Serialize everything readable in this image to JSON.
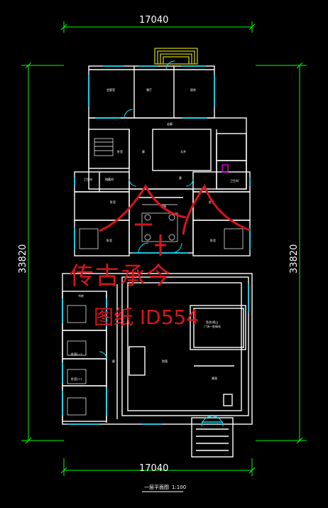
{
  "dimensions": {
    "width_top": "17040",
    "width_bottom": "17040",
    "height_left": "33820",
    "height_right": "33820"
  },
  "rooms": {
    "bedroom_nw": "会客室",
    "dining": "餐厅",
    "kitchen": "厨房",
    "corridor_top": "走廊",
    "courtyard": "天井",
    "bedroom_w": "卧室",
    "hall_w": "廊",
    "hall_e": "廊",
    "wash_w": "卫生间",
    "storage_w": "储藏间",
    "toilet_e": "卫生间",
    "bedroom_mid_w": "卧室",
    "bedroom_mid_e": "卧室",
    "main_hall": "堂屋",
    "bedroom_lw": "卧室",
    "bedroom_le": "卧室",
    "study": "书房",
    "bedroom_s1": "卧室(一)",
    "bedroom_s2": "卧室(二)",
    "corridor_s": "廊",
    "yard": "院落",
    "pool_note": "鱼池·假山",
    "pool_note2": "广场一处绿化",
    "landscape": "景观"
  },
  "watermark": {
    "brand": "传古承今",
    "id_text": "图纸 ID554"
  },
  "title": {
    "text": "一层平面图",
    "scale": "1:100"
  },
  "colors": {
    "background": "#000000",
    "walls": "#ffffff",
    "windows": "#00e5ff",
    "dimensions": "#00ff00",
    "watermark": "#d8141c",
    "steps": "#ffff00",
    "accent": "#ff00ff"
  }
}
